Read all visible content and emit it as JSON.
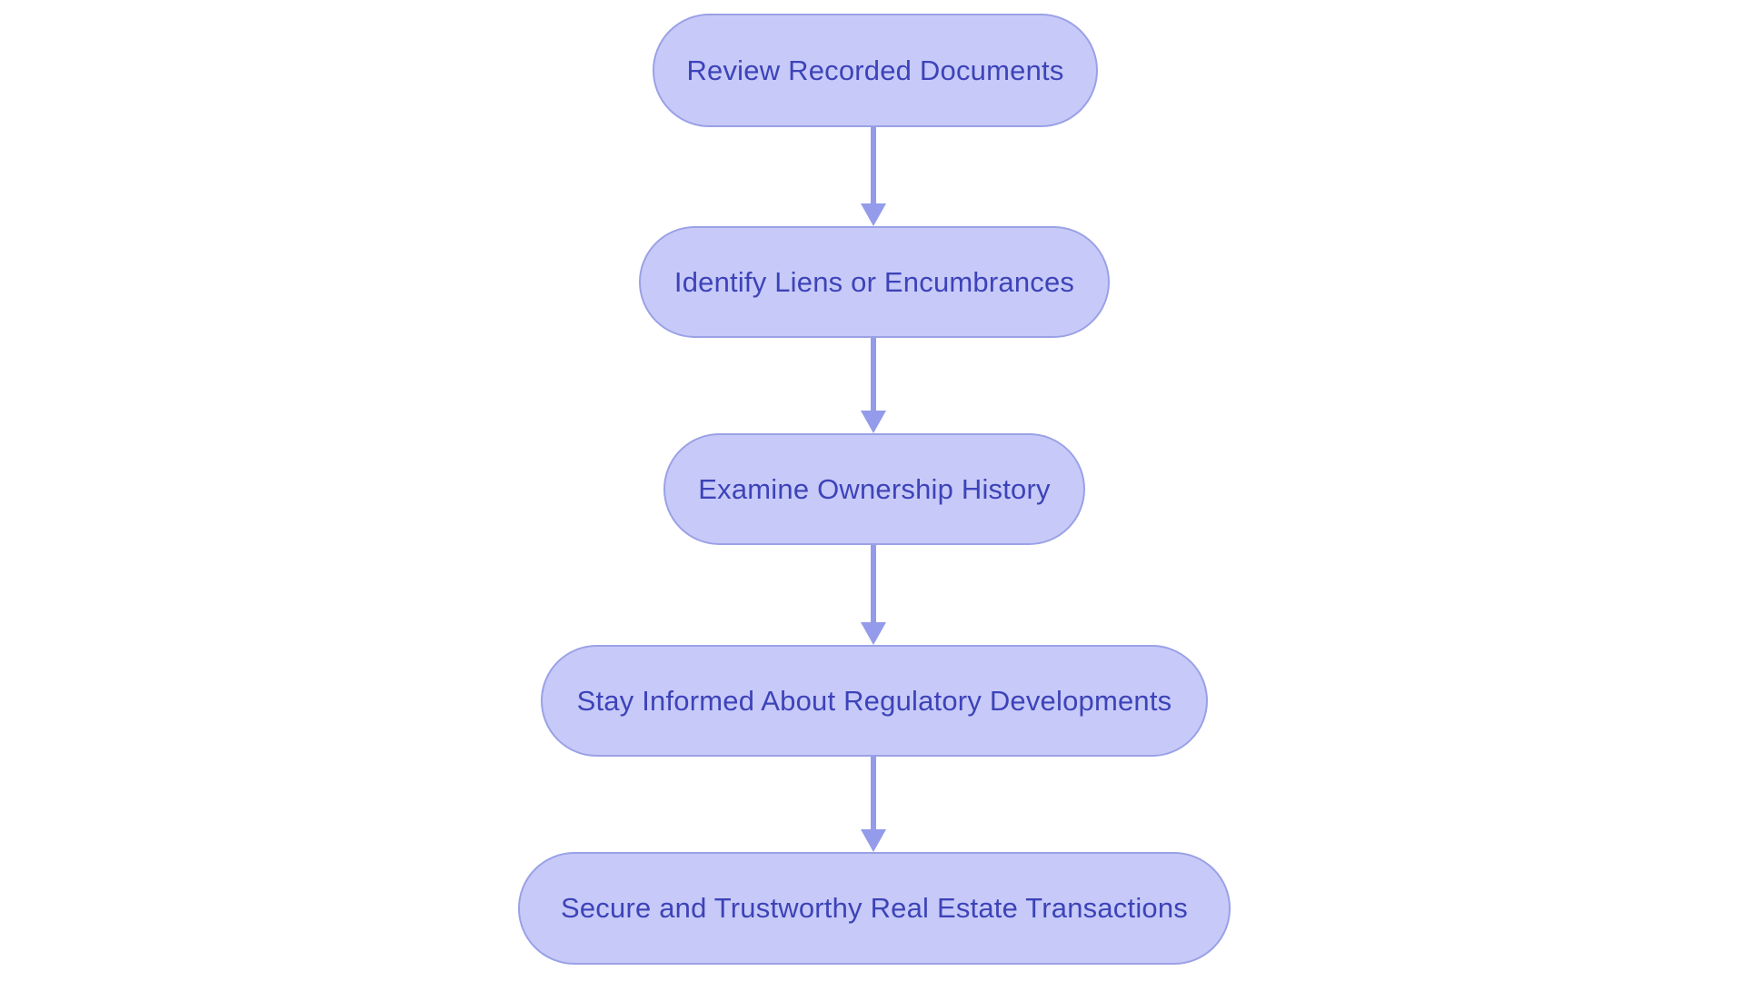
{
  "flowchart": {
    "type": "vertical-process-flow",
    "nodes": [
      {
        "id": "step-1",
        "label": "Review Recorded Documents"
      },
      {
        "id": "step-2",
        "label": "Identify Liens or Encumbrances"
      },
      {
        "id": "step-3",
        "label": "Examine Ownership History"
      },
      {
        "id": "step-4",
        "label": "Stay Informed About Regulatory Developments"
      },
      {
        "id": "step-5",
        "label": "Secure and Trustworthy Real Estate Transactions"
      }
    ],
    "connectors": [
      {
        "from": "step-1",
        "to": "step-2"
      },
      {
        "from": "step-2",
        "to": "step-3"
      },
      {
        "from": "step-3",
        "to": "step-4"
      },
      {
        "from": "step-4",
        "to": "step-5"
      }
    ],
    "colors": {
      "node_fill": "#c7caf8",
      "node_border": "#9aa1e6",
      "arrow": "#939bea",
      "text": "#3d43b8",
      "background": "#ffffff"
    }
  }
}
